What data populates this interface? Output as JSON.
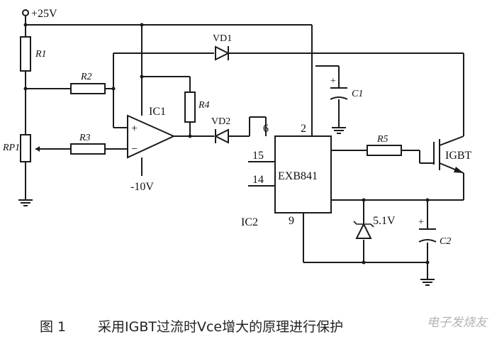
{
  "supply": {
    "positive": "+25V",
    "negative": "-10V"
  },
  "components": {
    "r1": "R1",
    "r2": "R2",
    "r3": "R3",
    "r4": "R4",
    "r5": "R5",
    "rp1": "RP1",
    "vd1": "VD1",
    "vd2": "VD2",
    "c1": "C1",
    "c2": "C2",
    "ic1": "IC1",
    "ic2": "IC2",
    "chip": "EXB841",
    "zener": "5.1V",
    "igbt": "IGBT"
  },
  "pins": {
    "p2": "2",
    "p6": "6",
    "p9": "9",
    "p14": "14",
    "p15": "15"
  },
  "opamp": {
    "plus": "+",
    "minus": "−"
  },
  "caption": {
    "fig": "图 1",
    "text": "采用IGBT过流时Vce增大的原理进行保护"
  },
  "watermark": "电子发烧友"
}
